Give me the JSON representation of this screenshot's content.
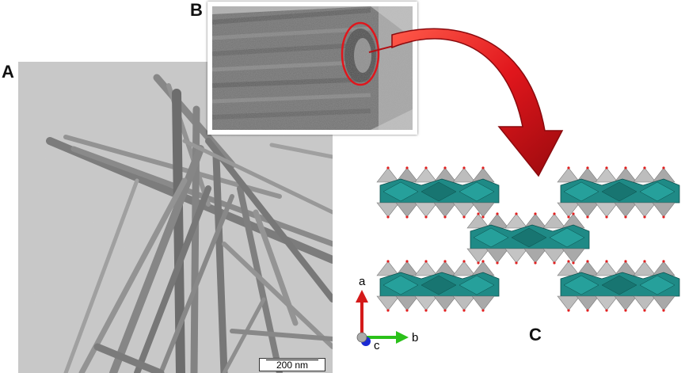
{
  "panels": {
    "a_label": "A",
    "b_label": "B",
    "c_label": "C"
  },
  "scale_bar": {
    "text": "200 nm"
  },
  "axes": {
    "a": "a",
    "b": "b",
    "c": "c"
  },
  "colors": {
    "arrow": "#e0161c",
    "octahedra": "#1f8a86",
    "tetrahedra": "#b7b7b7",
    "oxygen": "#e02020",
    "axis_a": "#d41a1a",
    "axis_b": "#2bc11a",
    "axis_c": "#1a2ad4"
  }
}
